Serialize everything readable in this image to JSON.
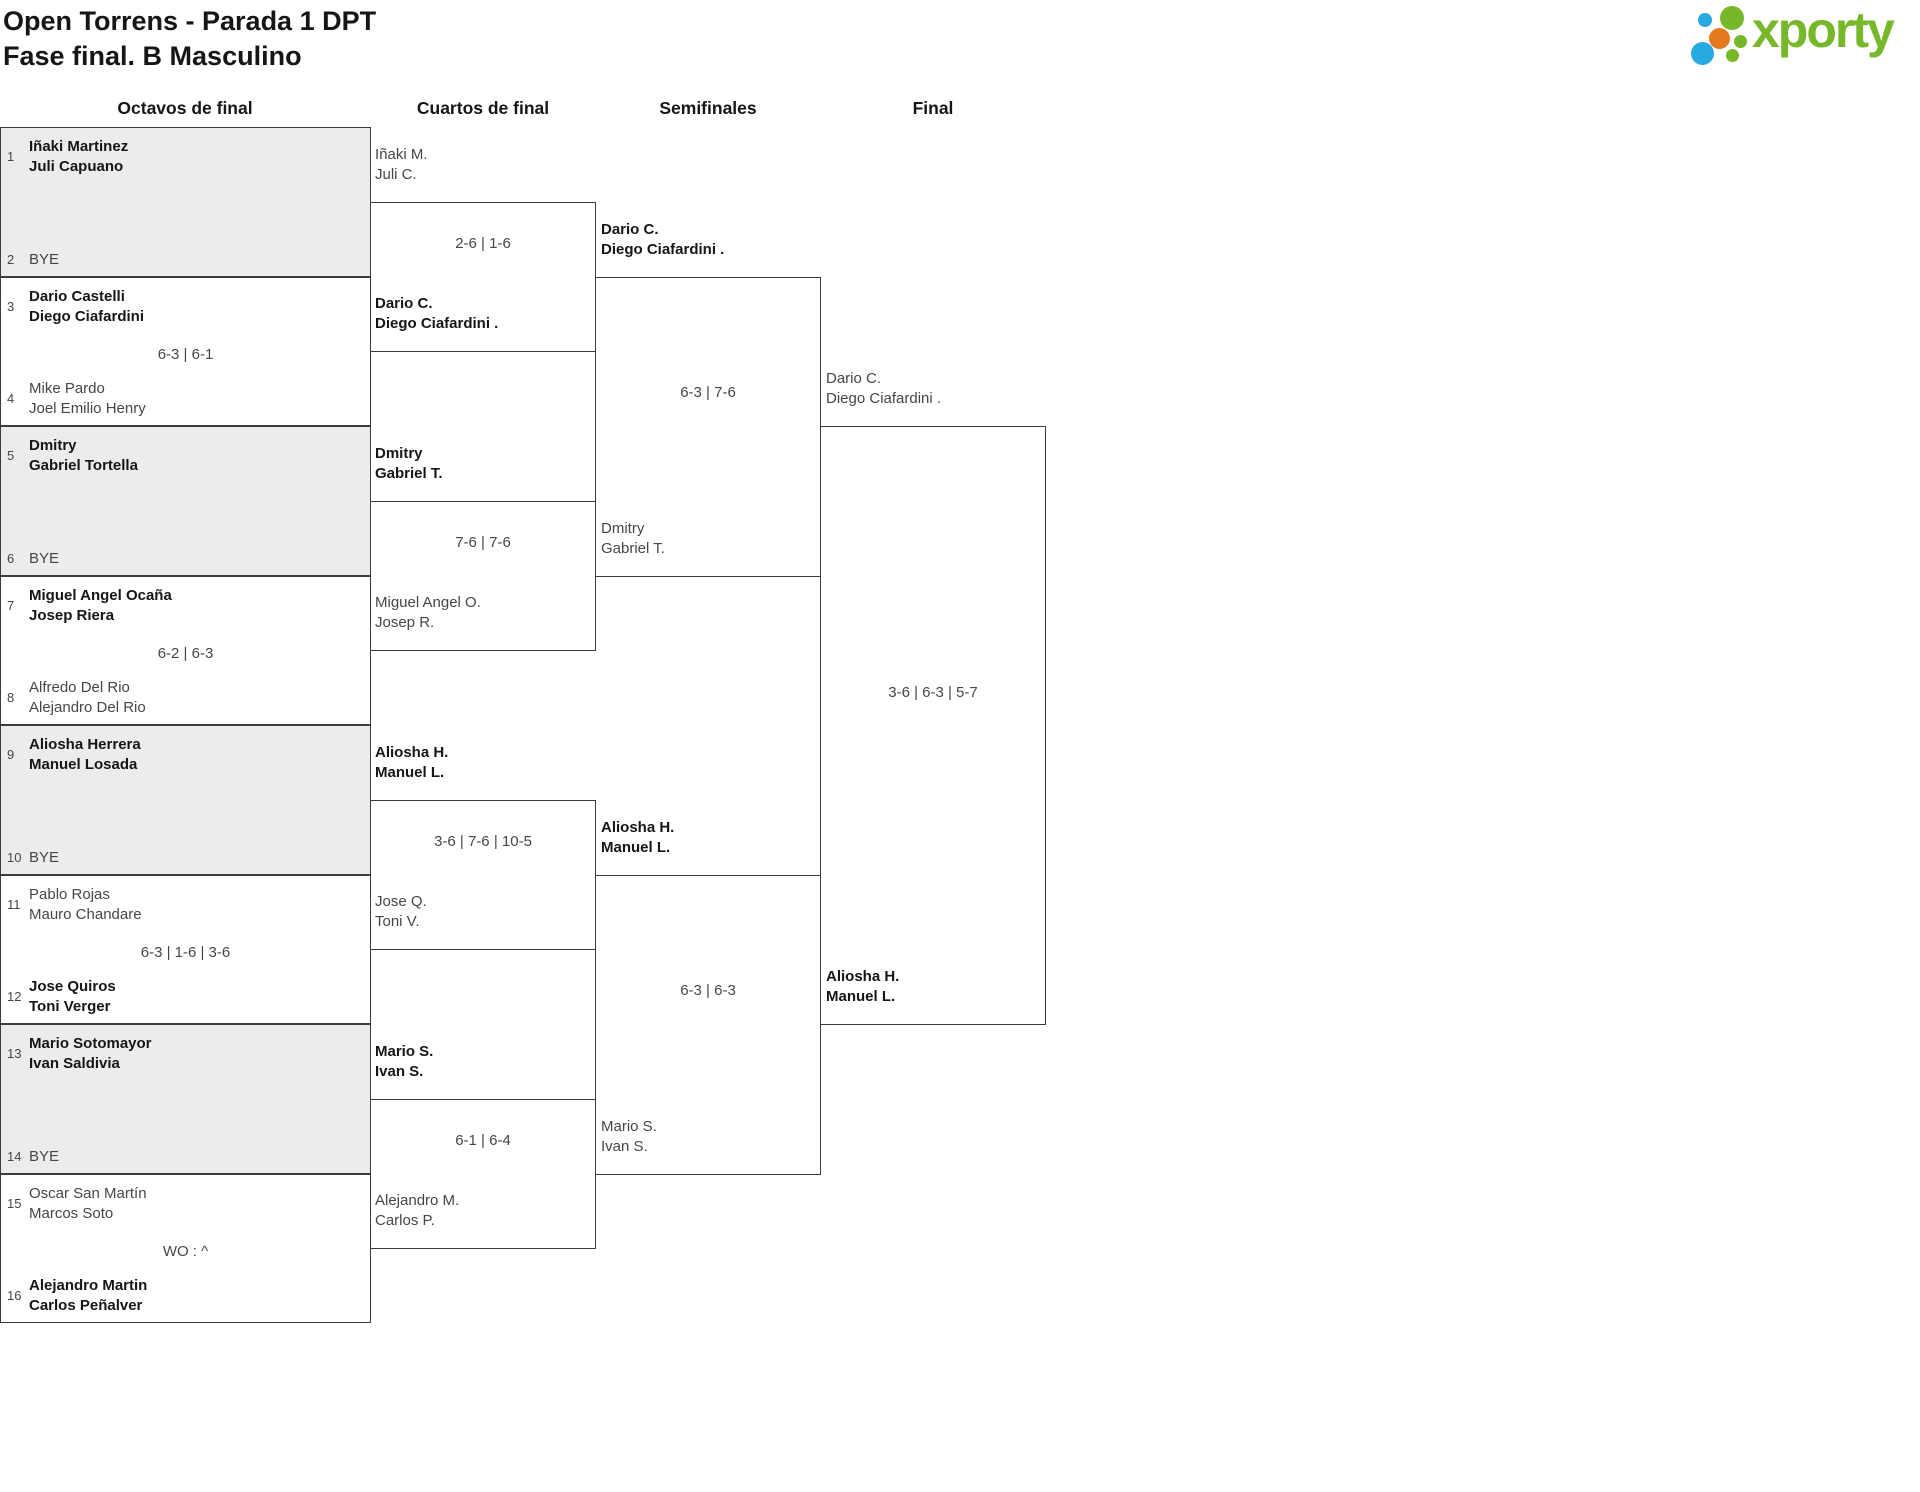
{
  "colors": {
    "brand_green": "#76b829",
    "brand_blue": "#29a9e1",
    "brand_orange": "#e5791e",
    "bye_box_shade": "#ececec",
    "box_border": "#3c3c3c",
    "winner_text": "#161616",
    "regular_text": "#464646"
  },
  "header": {
    "title": "Open Torrens - Parada 1 DPT",
    "subtitle": "Fase final. B Masculino"
  },
  "logo": {
    "text": "xporty"
  },
  "rounds": [
    {
      "label": "Octavos de final"
    },
    {
      "label": "Cuartos de final"
    },
    {
      "label": "Semifinales"
    },
    {
      "label": "Final"
    }
  ],
  "bracket": {
    "r16": [
      {
        "seed_top": "1",
        "top": [
          "Iñaki Martinez",
          "Juli Capuano"
        ],
        "seed_bottom": "2",
        "bottom": [
          "BYE"
        ],
        "score": "",
        "winner": "top"
      },
      {
        "seed_top": "3",
        "top": [
          "Dario Castelli",
          "Diego Ciafardini"
        ],
        "seed_bottom": "4",
        "bottom": [
          "Mike Pardo",
          "Joel Emilio Henry"
        ],
        "score": "6-3 | 6-1",
        "winner": "top"
      },
      {
        "seed_top": "5",
        "top": [
          "Dmitry",
          "Gabriel Tortella"
        ],
        "seed_bottom": "6",
        "bottom": [
          "BYE"
        ],
        "score": "",
        "winner": "top"
      },
      {
        "seed_top": "7",
        "top": [
          "Miguel Angel Ocaña",
          "Josep Riera"
        ],
        "seed_bottom": "8",
        "bottom": [
          "Alfredo Del Rio",
          "Alejandro Del Rio"
        ],
        "score": "6-2 | 6-3",
        "winner": "top"
      },
      {
        "seed_top": "9",
        "top": [
          "Aliosha Herrera",
          "Manuel Losada"
        ],
        "seed_bottom": "10",
        "bottom": [
          "BYE"
        ],
        "score": "",
        "winner": "top"
      },
      {
        "seed_top": "11",
        "top": [
          "Pablo Rojas",
          "Mauro Chandare"
        ],
        "seed_bottom": "12",
        "bottom": [
          "Jose Quiros",
          "Toni Verger"
        ],
        "score": "6-3 | 1-6 | 3-6",
        "winner": "bottom"
      },
      {
        "seed_top": "13",
        "top": [
          "Mario Sotomayor",
          "Ivan Saldivia"
        ],
        "seed_bottom": "14",
        "bottom": [
          "BYE"
        ],
        "score": "",
        "winner": "top"
      },
      {
        "seed_top": "15",
        "top": [
          "Oscar San Martín",
          "Marcos Soto"
        ],
        "seed_bottom": "16",
        "bottom": [
          "Alejandro Martin",
          "Carlos Peñalver"
        ],
        "score": "WO : ^",
        "winner": "bottom"
      }
    ],
    "quarterfinals": [
      {
        "top": [
          "Iñaki M.",
          "Juli C."
        ],
        "bottom": [
          "Dario C.",
          "Diego Ciafardini ."
        ],
        "score": "2-6 | 1-6",
        "winner": "bottom"
      },
      {
        "top": [
          "Dmitry",
          "Gabriel T."
        ],
        "bottom": [
          "Miguel Angel O.",
          "Josep R."
        ],
        "score": "7-6 | 7-6",
        "winner": "top"
      },
      {
        "top": [
          "Aliosha H.",
          "Manuel L."
        ],
        "bottom": [
          "Jose Q.",
          "Toni V."
        ],
        "score": "3-6 | 7-6 | 10-5",
        "winner": "top"
      },
      {
        "top": [
          "Mario S.",
          "Ivan S."
        ],
        "bottom": [
          "Alejandro M.",
          "Carlos P."
        ],
        "score": "6-1 | 6-4",
        "winner": "top"
      }
    ],
    "semifinals": [
      {
        "top": [
          "Dario C.",
          "Diego Ciafardini ."
        ],
        "bottom": [
          "Dmitry",
          "Gabriel T."
        ],
        "score": "6-3 | 7-6",
        "winner": "top"
      },
      {
        "top": [
          "Aliosha H.",
          "Manuel L."
        ],
        "bottom": [
          "Mario S.",
          "Ivan S."
        ],
        "score": "6-3 | 6-3",
        "winner": "top"
      }
    ],
    "final": {
      "top": [
        "Dario C.",
        "Diego Ciafardini ."
      ],
      "bottom": [
        "Aliosha H.",
        "Manuel L."
      ],
      "score": "3-6 | 6-3 | 5-7",
      "winner": "bottom"
    }
  }
}
